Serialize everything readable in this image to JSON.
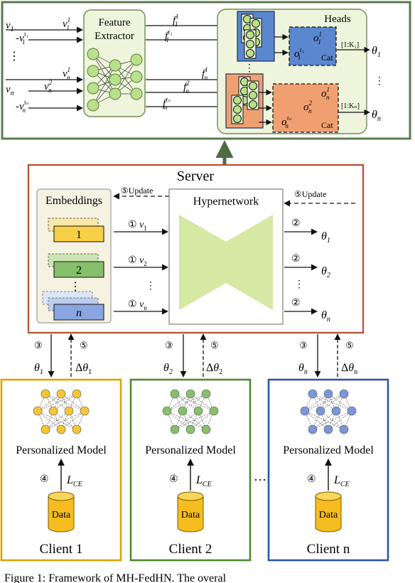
{
  "top_panel": {
    "feature_extractor_line1": "Feature",
    "feature_extractor_line2": "Extractor",
    "heads_label": "Heads",
    "inputs": [
      "v",
      "v",
      "v",
      "v",
      "v"
    ],
    "input_sub": [
      "1",
      "1",
      "n",
      "n",
      "n"
    ],
    "input_sup": [
      "",
      "1",
      "τ",
      "1",
      "2"
    ],
    "features": [
      "f",
      "f",
      "f",
      "f",
      "f"
    ],
    "feature_sub": [
      "1",
      "1",
      "n",
      "n",
      "n"
    ],
    "feature_sup": [
      "1",
      "τ",
      "1",
      "2",
      "τ"
    ],
    "head_labels_1": [
      "o",
      "o"
    ],
    "head_labels_1_sub": [
      "1",
      "1"
    ],
    "head_labels_1_sup": [
      "1",
      "τ"
    ],
    "head_labels_n": [
      "o",
      "o",
      "o"
    ],
    "head_labels_n_sub": [
      "n",
      "n",
      "n"
    ],
    "head_labels_n_sup": [
      "1",
      "2",
      "τ"
    ],
    "cat": "Cat",
    "range_1": "[1:K₁]",
    "range_n": "[1:Kₙ]",
    "theta_out": [
      "θ",
      "θ"
    ],
    "theta_out_sub": [
      "1",
      "n"
    ]
  },
  "server": {
    "title": "Server",
    "embeddings_label": "Embeddings",
    "hypernetwork_label": "Hypernetwork",
    "update_left": "⑤Update",
    "update_right": "⑤Update",
    "embedding_cards": [
      "1",
      "2",
      "n"
    ],
    "emb_arrows": [
      "① v",
      "① v",
      "① v"
    ],
    "emb_arrows_sub": [
      "1",
      "2",
      "n"
    ],
    "out_arrows": [
      "②",
      "②",
      "②"
    ],
    "theta_outs": [
      "θ",
      "θ",
      "θ"
    ],
    "theta_outs_sub": [
      "1",
      "2",
      "n"
    ],
    "dots": "⋮"
  },
  "links": {
    "down": [
      "③",
      "③",
      "③"
    ],
    "up": [
      "⑤",
      "⑤",
      "⑤"
    ],
    "theta": [
      "θ",
      "θ",
      "θ"
    ],
    "theta_sub": [
      "1",
      "2",
      "n"
    ],
    "delta": [
      "Δθ",
      "Δθ",
      "Δθ"
    ],
    "delta_sub": [
      "1",
      "2",
      "n"
    ]
  },
  "clients": [
    {
      "name": "Client 1",
      "model": "Personalized Model",
      "step": "④",
      "loss": "L",
      "loss_sub": "CE",
      "data": "Data",
      "color": "#d9a400",
      "node": "#f6c531"
    },
    {
      "name": "Client 2",
      "model": "Personalized Model",
      "step": "④",
      "loss": "L",
      "loss_sub": "CE",
      "data": "Data",
      "color": "#4f8a2f",
      "node": "#86c06a"
    },
    {
      "name": "Client n",
      "model": "Personalized Model",
      "step": "④",
      "loss": "L",
      "loss_sub": "CE",
      "data": "Data",
      "color": "#2f56a0",
      "node": "#7b97d8"
    }
  ],
  "ellipsis": "…",
  "caption": "Figure 1: Framework of MH-FedHN. The overal"
}
